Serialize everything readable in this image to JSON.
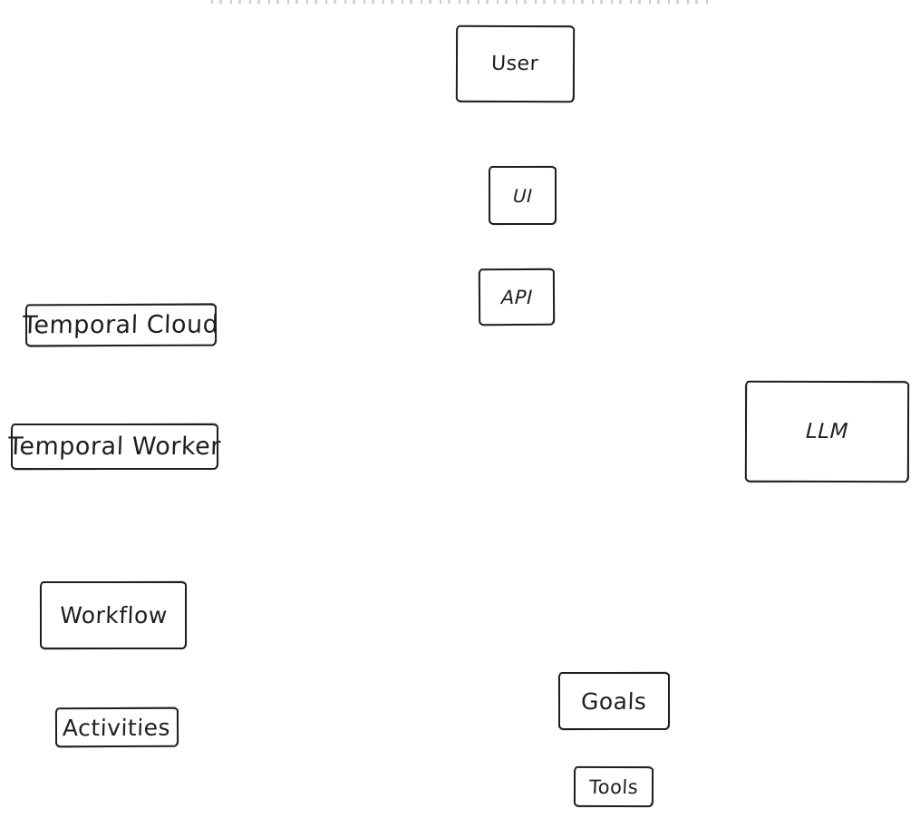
{
  "diagram": {
    "background_color": "#ffffff",
    "stroke_color": "#1e1e1e",
    "text_color": "#1e1e1e",
    "boxes": [
      {
        "id": "user",
        "label": "User"
      },
      {
        "id": "ui",
        "label": "UI"
      },
      {
        "id": "api",
        "label": "API"
      },
      {
        "id": "temporal-cloud",
        "label": "Temporal Cloud"
      },
      {
        "id": "temporal-worker",
        "label": "Temporal Worker"
      },
      {
        "id": "llm",
        "label": "LLM"
      },
      {
        "id": "workflow",
        "label": "Workflow"
      },
      {
        "id": "activities",
        "label": "Activities"
      },
      {
        "id": "goals",
        "label": "Goals"
      },
      {
        "id": "tools",
        "label": "Tools"
      }
    ]
  }
}
